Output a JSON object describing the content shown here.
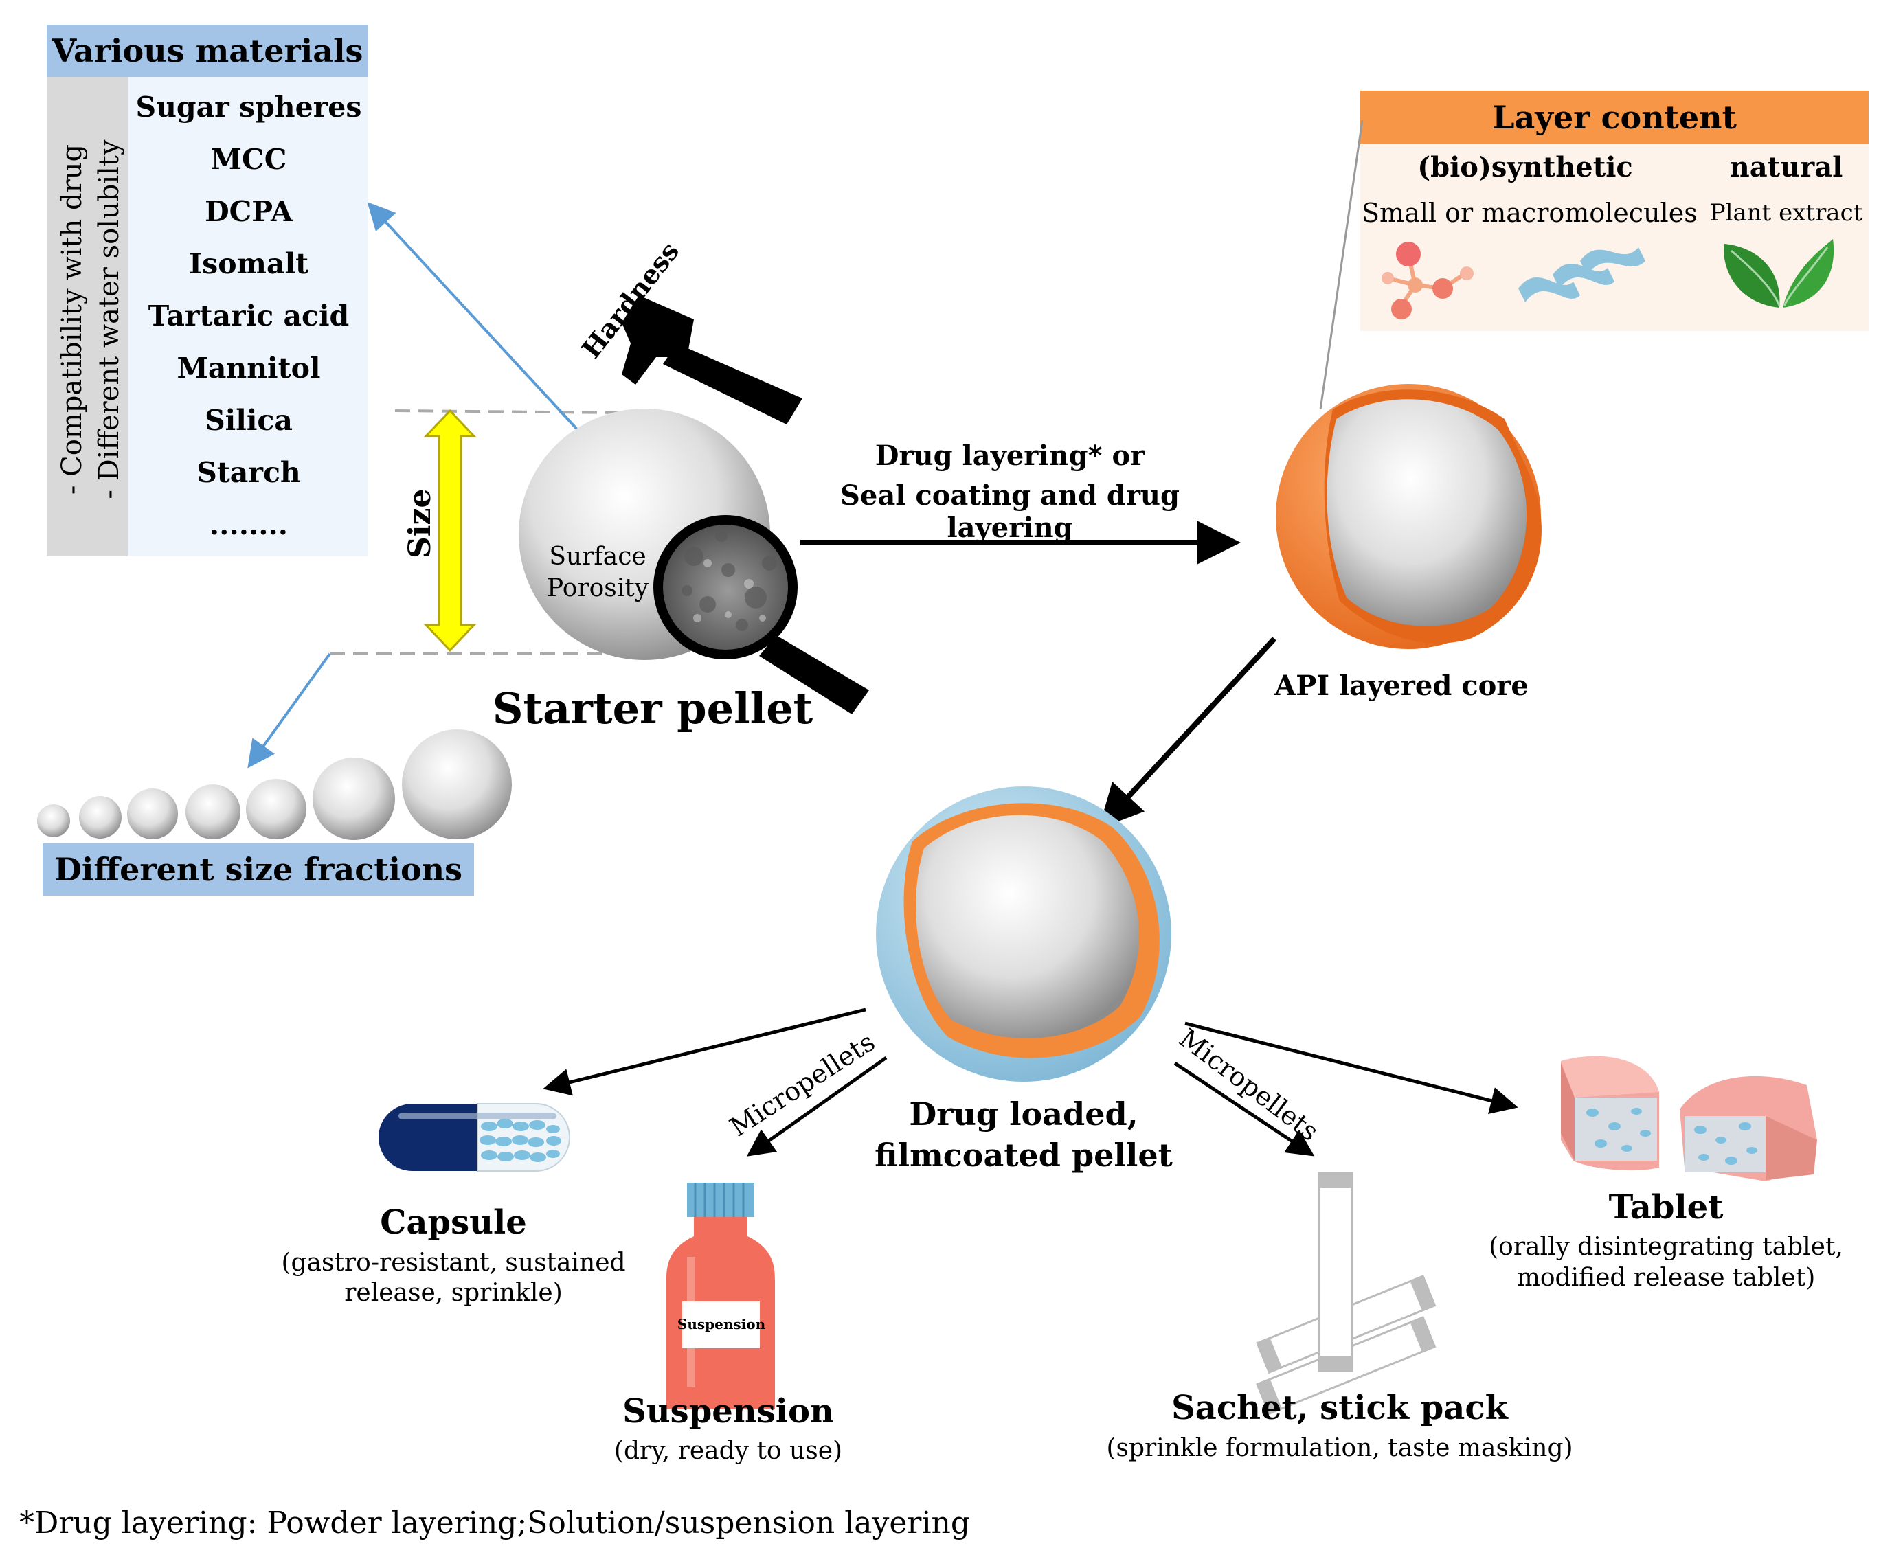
{
  "materials_panel": {
    "title": "Various materials",
    "side_notes": [
      "- Compatibility with drug",
      "- Different water solubilty"
    ],
    "items": [
      "Sugar spheres",
      "MCC",
      "DCPA",
      "Isomalt",
      "Tartaric acid",
      "Mannitol",
      "Silica",
      "Starch",
      "........"
    ]
  },
  "starter_pellet": {
    "label": "Starter pellet",
    "hardness_label": "Hardness",
    "size_label": "Size",
    "porosity_label": "Surface\nPorosity"
  },
  "size_fractions": {
    "label": "Different size fractions"
  },
  "layering_step": {
    "line1": "Drug layering* or",
    "line2": "Seal coating and drug layering"
  },
  "api_core": {
    "label": "API layered core"
  },
  "layer_content": {
    "title": "Layer content",
    "biosynthetic_heading": "(bio)synthetic",
    "natural_heading": "natural",
    "biosynthetic_desc": "Small or macromolecules",
    "natural_desc": "Plant extract"
  },
  "final_pellet": {
    "line1": "Drug loaded,",
    "line2": "filmcoated pellet"
  },
  "micropellets_label": "Micropellets",
  "dosage_forms": {
    "capsule": {
      "title": "Capsule",
      "desc1": "(gastro-resistant, sustained",
      "desc2": "release, sprinkle)"
    },
    "suspension": {
      "title": "Suspension",
      "desc": "(dry, ready to use)",
      "bottle_label": "Suspension"
    },
    "sachet": {
      "title": "Sachet, stick pack",
      "desc": "(sprinkle formulation, taste masking)"
    },
    "tablet": {
      "title": "Tablet",
      "desc1": "(orally disintegrating tablet,",
      "desc2": "modified release tablet)"
    }
  },
  "footnote": "*Drug layering: Powder layering;Solution/suspension layering",
  "colors": {
    "blue_panel": "#a3c4e6",
    "orange": "#f79646",
    "yellow": "#ffff00",
    "capsule_navy": "#0f2a6b",
    "bottle_red": "#f26d5b"
  }
}
